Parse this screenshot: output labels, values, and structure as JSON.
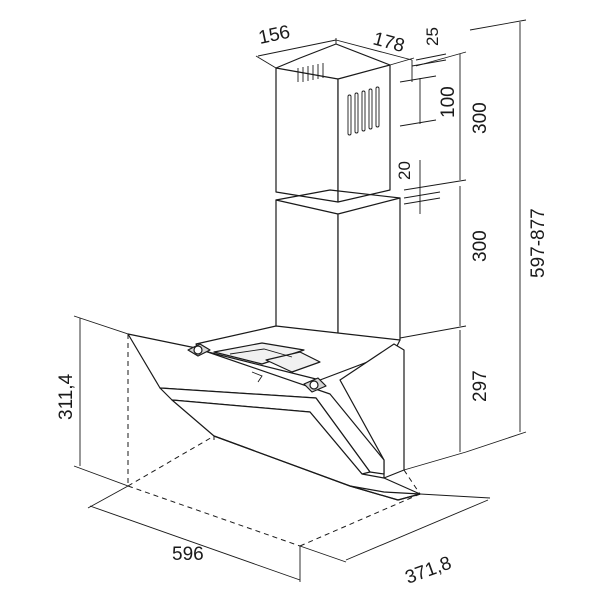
{
  "dimensions": {
    "chimney_width": "156",
    "chimney_depth": "178",
    "top_offset": "25",
    "vent_height": "100",
    "upper_chimney_height": "300",
    "overlap": "20",
    "lower_chimney_height": "300",
    "total_height": "597-877",
    "body_height": "311,4",
    "hood_height": "297",
    "hood_width": "596",
    "hood_depth": "371,8"
  }
}
